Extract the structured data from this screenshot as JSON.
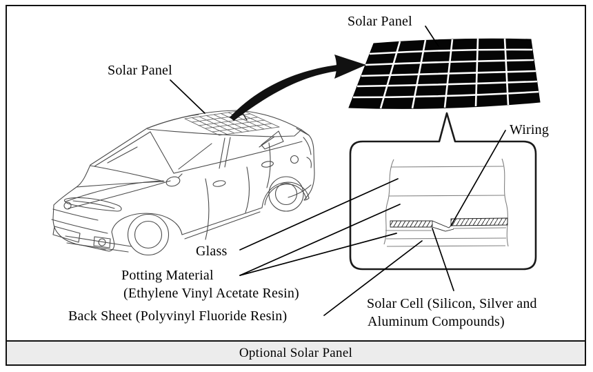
{
  "figure": {
    "caption": "Optional Solar Panel"
  },
  "labels": {
    "solar_panel_car": "Solar Panel",
    "solar_panel_enlarged": "Solar Panel",
    "wiring": "Wiring",
    "glass": "Glass",
    "potting_material_line1": "Potting Material",
    "potting_material_line2": "(Ethylene Vinyl Acetate Resin)",
    "back_sheet": "Back Sheet (Polyvinyl Fluoride Resin)",
    "solar_cell_line1": "Solar Cell (Silicon, Silver and",
    "solar_cell_line2": "Aluminum Compounds)"
  },
  "colors": {
    "panel_fill": "#000000",
    "caption_background": "#ececec",
    "frame_border": "#111111",
    "line_art": "#4a4a4a",
    "text": "#000000"
  }
}
